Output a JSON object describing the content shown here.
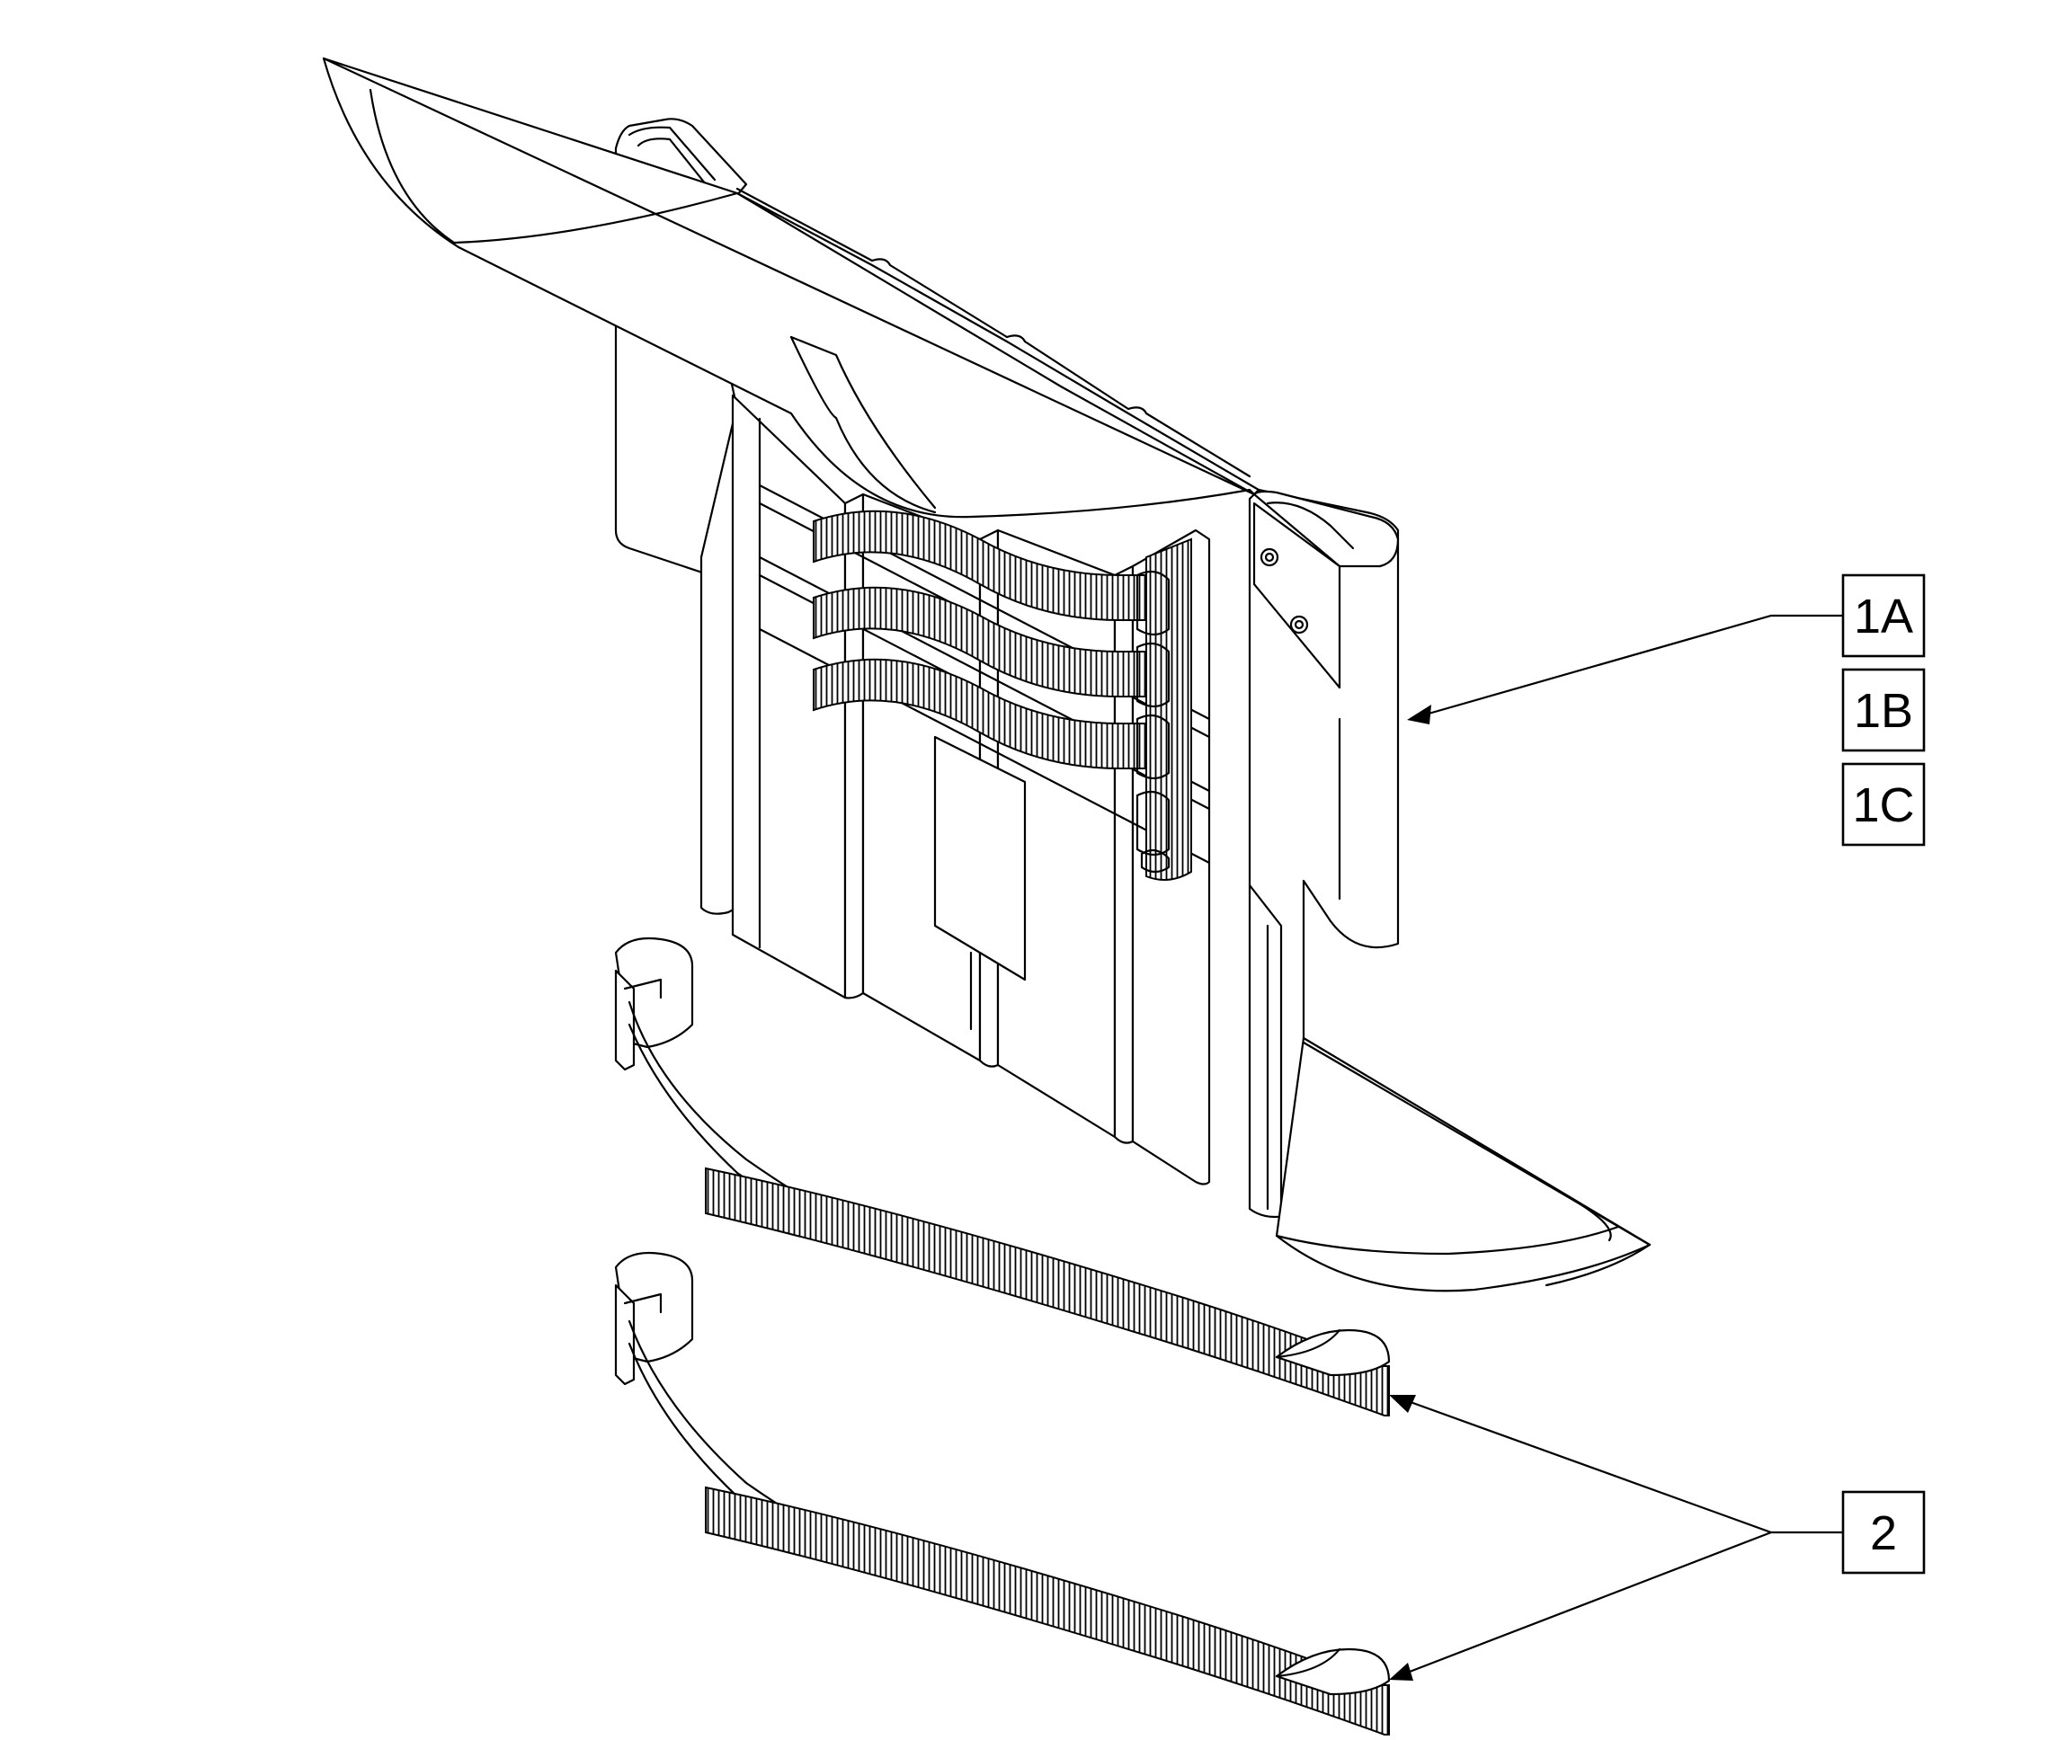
{
  "callouts": {
    "c1a": "1A",
    "c1b": "1B",
    "c1c": "1C",
    "c2": "2"
  },
  "colors": {
    "ink": "#000000",
    "paper": "#ffffff"
  }
}
